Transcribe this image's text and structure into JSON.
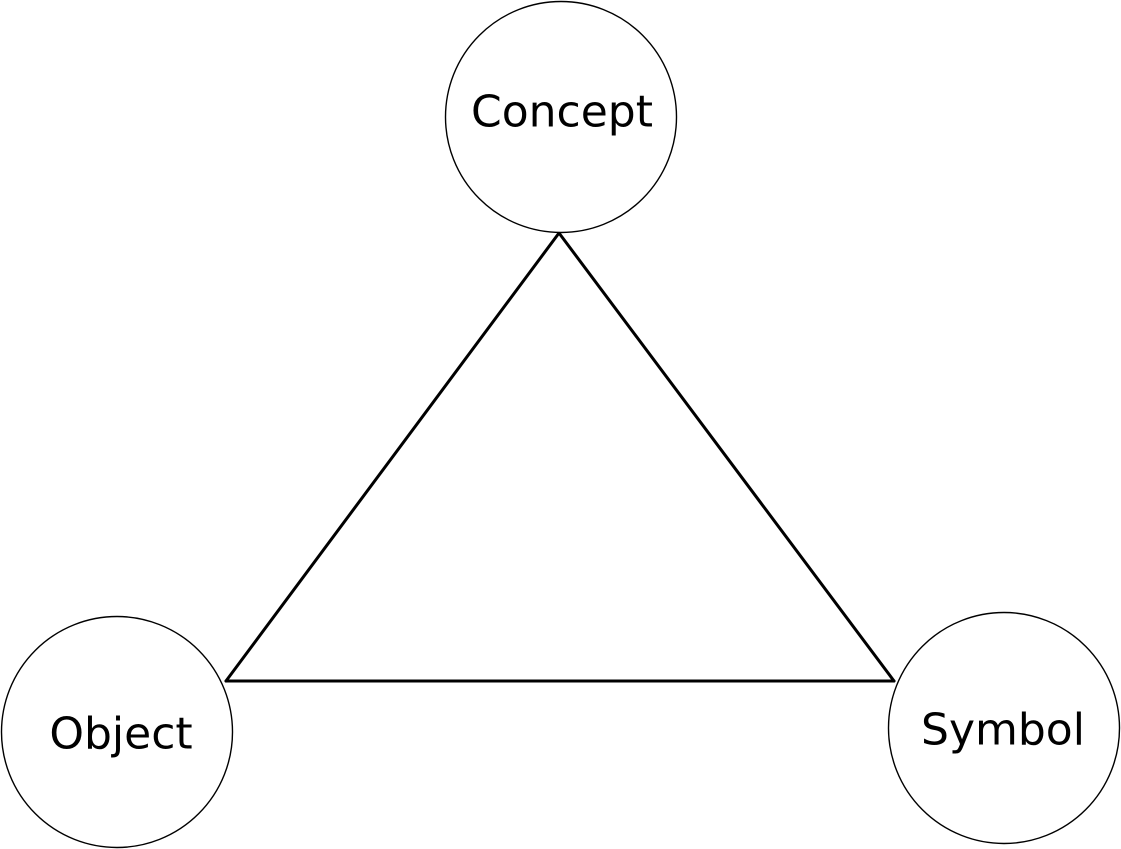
{
  "diagram": {
    "nodes": [
      {
        "id": "concept",
        "label": "Concept"
      },
      {
        "id": "object",
        "label": "Object"
      },
      {
        "id": "symbol",
        "label": "Symbol"
      }
    ],
    "edges": [
      {
        "from": "concept",
        "to": "object"
      },
      {
        "from": "concept",
        "to": "symbol"
      },
      {
        "from": "object",
        "to": "symbol"
      }
    ]
  }
}
